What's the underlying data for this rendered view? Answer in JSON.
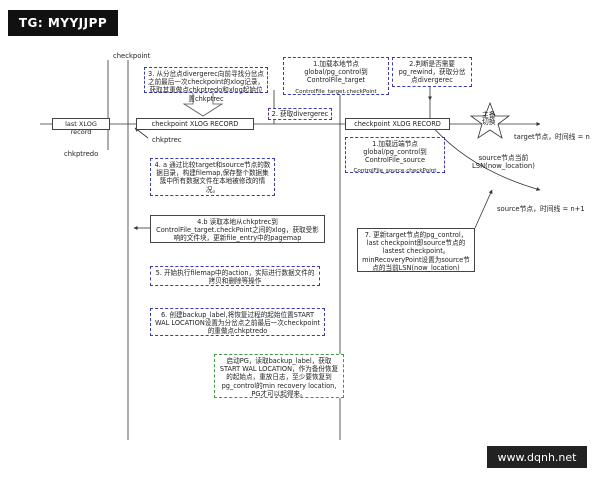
{
  "watermarks": {
    "top_left": "TG: MYYJJPP",
    "bottom_right": "www.dqnh.net"
  },
  "labels": {
    "checkpoint_top": "checkpoint",
    "last_xlog_record": "last XLOG record",
    "chkptredo": "chkptredo",
    "chkptrec": "chkptrec",
    "target_timeline": "target节点，时间线 = n",
    "source_timeline": "source节点，时间线 = n+1",
    "source_lsn": "source节点当前\nLSN(now_location)",
    "star": "主备\n切换"
  },
  "timeline_boxes": {
    "checkpoint_record_1": "checkpoint XLOG RECORD",
    "checkpoint_record_2": "checkpoint XLOG RECORD",
    "divergerec": "2. 获取divergerec"
  },
  "steps": {
    "step1": "1.加载本地节点global/pg_control到ControlFile_target",
    "step1_sub": "ControlFile_target.checkPoint",
    "step2": "2.判断是否需要pg_rewind，获取分岔点divergerec",
    "step1a": "1.加载远端节点global/pg_control到ControlFile_source",
    "step1a_sub": "ControlFile_source.checkPoint",
    "step3": "3. 从分岔点divergerec向前寻找分岔点之前最后一次checkpoint的xlog记录，获取其重做点chkptredo和xlog起始位置chkptrec",
    "step4a": "4. a 通过比较target和source节点的数据目录，构建filemap,保存整个数据集簇中所有数据文件在本地被修改的情况。",
    "step4b": "4.b 读取本地从chkptrec到ControlFile_target.checkPoint之间的xlog，获取受影响的文件块，更新file_entry中的pagemap",
    "step5": "5. 开始执行filemap中的action，实际进行数据文件的拷贝和删除等操作",
    "step6": "6. 创建backup_label,将恢复过程的起始位置START WAL LOCATION设置为分岔点之前最后一次checkpoint的重做点chkptredo",
    "step7": "7. 更新target节点的pg_control，last checkpoint即source节点的lastest checkpoint。 minRecoveryPoint设置为source节点的当前LSN(now_location)",
    "final": "启动PG，读取backup_label，获取START WAL LOCATION，作为备份恢复的起始点，重放日志，至少要恢复到pg_control的min recovery location, PG才可以起得来。"
  }
}
